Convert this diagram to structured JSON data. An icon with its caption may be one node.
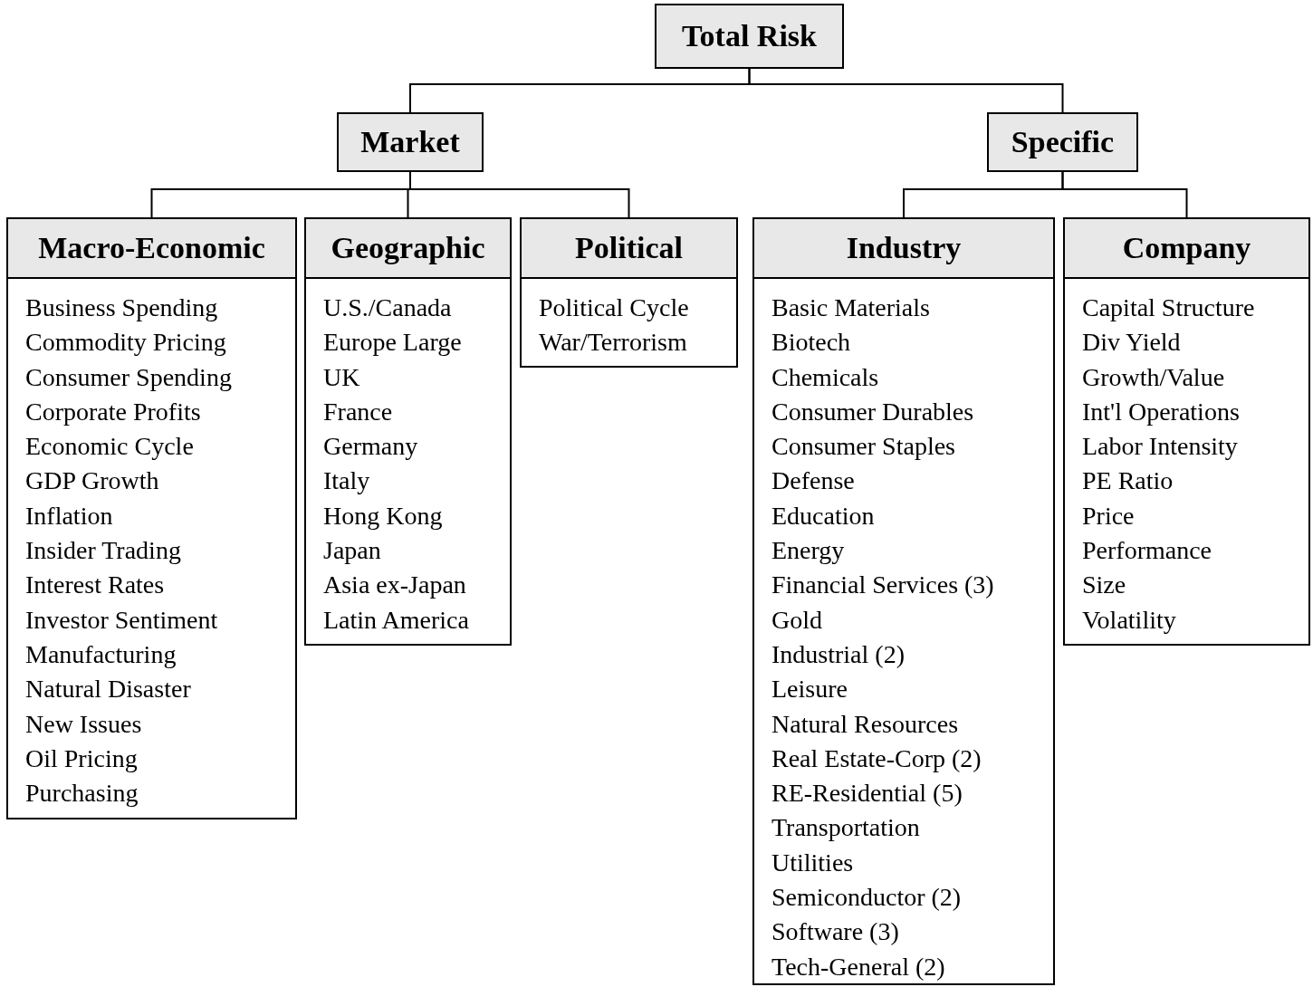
{
  "diagram": {
    "nodes": [
      {
        "text": [
          "Total Risk"
        ]
      },
      {
        "text": [
          "Market"
        ]
      },
      {
        "text": [
          "Specific"
        ]
      },
      {
        "text": [
          "Macro-Economic",
          "Business Spending",
          "Commodity Pricing",
          "Consumer Spending",
          "Corporate Profits",
          "Economic Cycle",
          "GDP Growth",
          "Inflation",
          "Insider Trading",
          "Interest Rates",
          "Investor Sentiment",
          "Manufacturing",
          "Natural Disaster",
          "New Issues",
          "Oil Pricing",
          "Purchasing"
        ]
      },
      {
        "text": [
          "Geographic",
          "U.S./Canada",
          "Europe Large",
          "UK",
          "France",
          "Germany",
          "Italy",
          "Hong Kong",
          "Japan",
          "Asia ex-Japan",
          "Latin America"
        ]
      },
      {
        "text": [
          "Political",
          "Political Cycle",
          "War/Terrorism"
        ]
      },
      {
        "text": [
          "Industry",
          "Basic Materials",
          "Biotech",
          "Chemicals",
          "Consumer Durables",
          "Consumer Staples",
          "Defense",
          "Education",
          "Energy",
          "Financial Services (3)",
          "Gold",
          "Industrial (2)",
          "Leisure",
          "Natural Resources",
          "Real Estate-Corp (2)",
          "RE-Residential (5)",
          "Transportation",
          "Utilities",
          "Semiconductor (2)",
          "Software (3)",
          "Tech-General (2)"
        ]
      },
      {
        "text": [
          "Company",
          "Capital Structure",
          "Div Yield",
          "Growth/Value",
          "Int'l Operations",
          "Labor Intensity",
          "PE Ratio",
          "Price",
          "Performance",
          "Size",
          "Volatility"
        ]
      }
    ],
    "edges": [
      {
        "from": 0,
        "to": 1,
        "arrow": "none"
      },
      {
        "from": 0,
        "to": 2,
        "arrow": "none"
      },
      {
        "from": 1,
        "to": 3,
        "arrow": "none"
      },
      {
        "from": 1,
        "to": 4,
        "arrow": "none"
      },
      {
        "from": 1,
        "to": 5,
        "arrow": "none"
      },
      {
        "from": 2,
        "to": 6,
        "arrow": "none"
      },
      {
        "from": 2,
        "to": 7,
        "arrow": "none"
      }
    ]
  }
}
